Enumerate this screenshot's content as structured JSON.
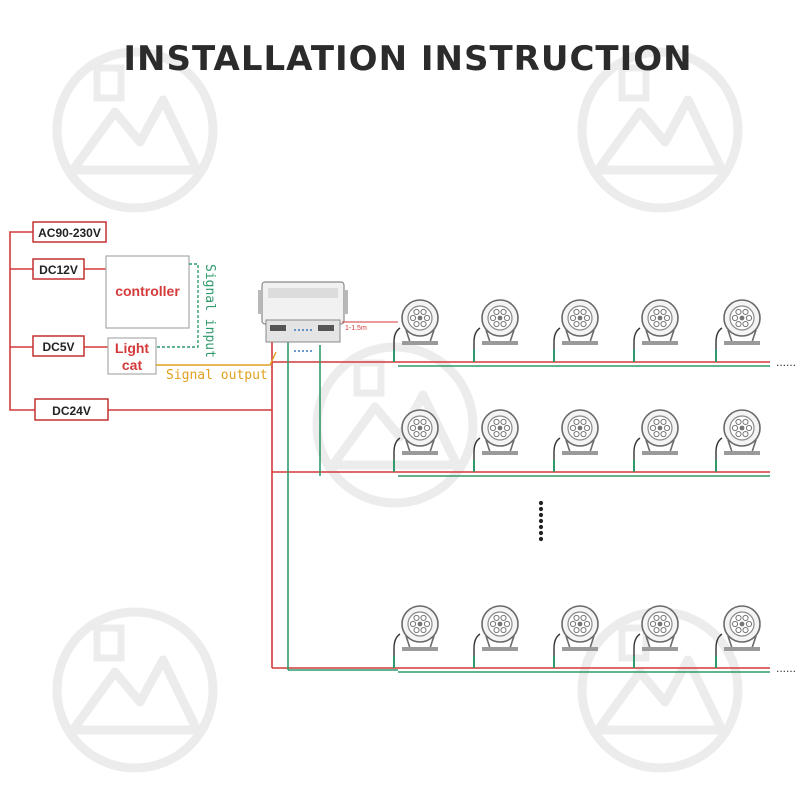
{
  "title": "INSTALLATION INSTRUCTION",
  "power": {
    "ac": "AC90-230V",
    "dc12": "DC12V",
    "dc5": "DC5V",
    "dc24": "DC24V"
  },
  "controller_label": "controller",
  "light_cat": {
    "line1": "Light",
    "line2": "cat"
  },
  "signal_input": "Signal input",
  "signal_output": "Signal output",
  "distance": "1-1.5m",
  "ellipsis": "......",
  "colors": {
    "red": "#d43a3a",
    "green": "#2f9a6a",
    "amber": "#e0a020",
    "box_border": "#c23030",
    "watermark": "#ececec",
    "fixture": "#6a6a6a"
  },
  "icons": {
    "watermark": "mountain-logo-watermark",
    "fixture": "spotlight-fixture-icon",
    "junction": "junction-box-icon"
  }
}
